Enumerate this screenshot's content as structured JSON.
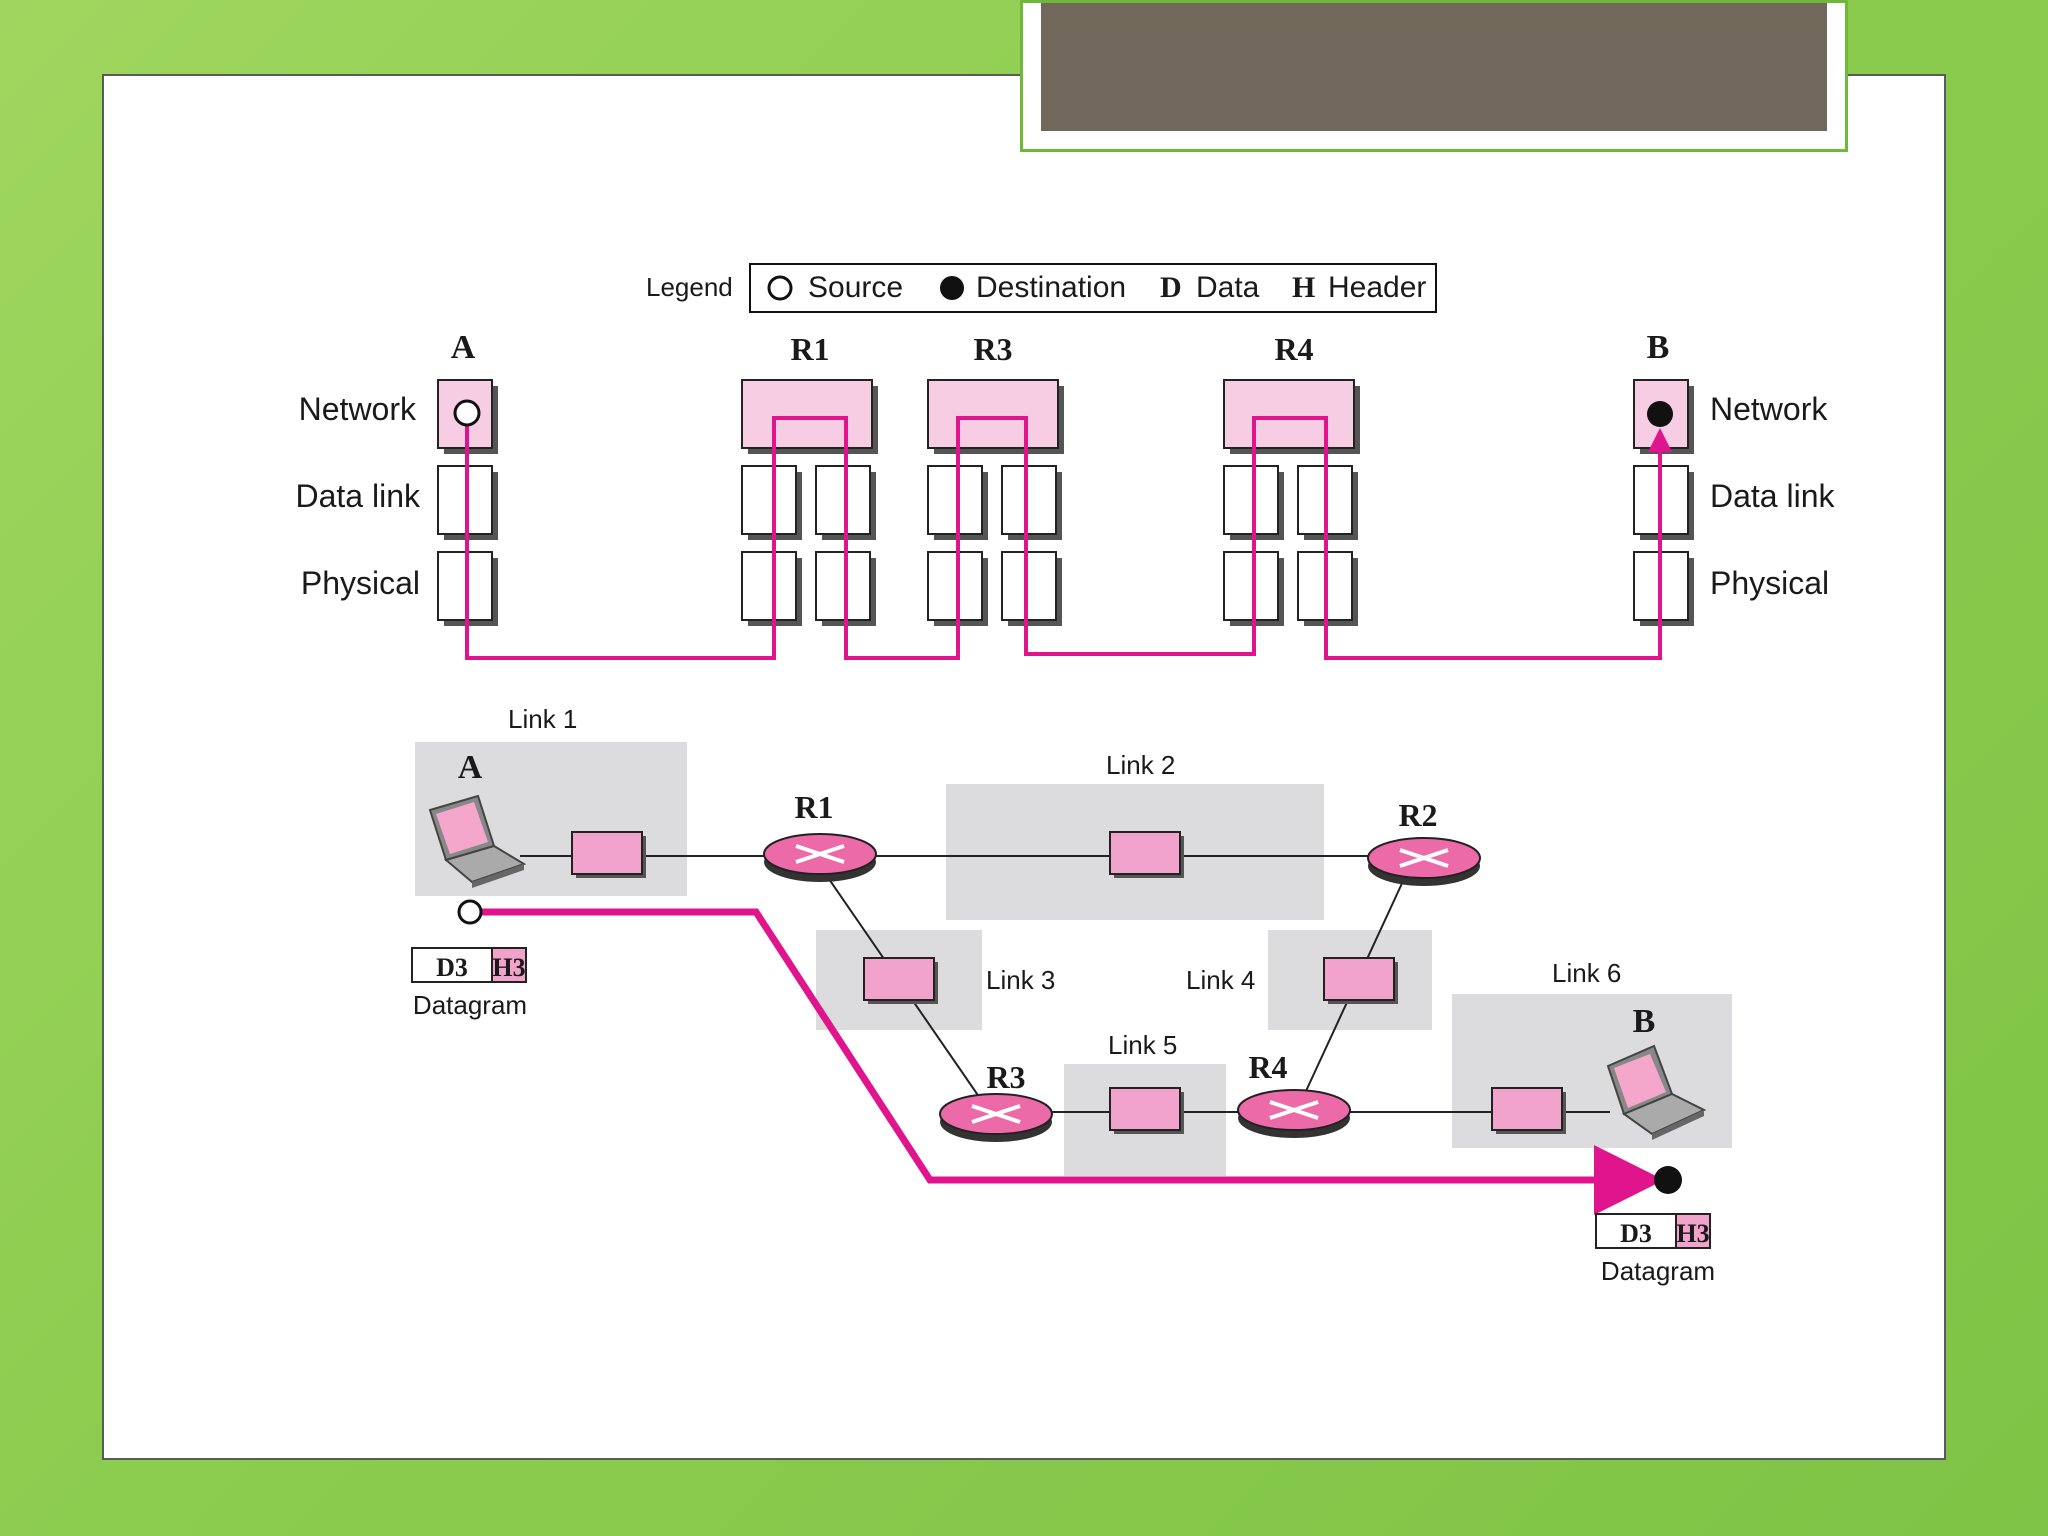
{
  "legend": {
    "title": "Legend",
    "source": "Source",
    "destination": "Destination",
    "data_key": "D",
    "data": "Data",
    "header_key": "H",
    "header": "Header"
  },
  "top_diagram": {
    "node_a": "A",
    "node_b": "B",
    "routers": [
      "R1",
      "R3",
      "R4"
    ],
    "layers": [
      "Network",
      "Data link",
      "Physical"
    ]
  },
  "bottom_diagram": {
    "node_a": "A",
    "node_b": "B",
    "routers": [
      "R1",
      "R2",
      "R3",
      "R4"
    ],
    "links": [
      "Link 1",
      "Link 2",
      "Link 3",
      "Link 4",
      "Link 5",
      "Link 6"
    ],
    "datagram_source": {
      "data": "D3",
      "header": "H3",
      "caption": "Datagram"
    },
    "datagram_dest": {
      "data": "D3",
      "header": "H3",
      "caption": "Datagram"
    }
  },
  "colors": {
    "path": "#e0148c",
    "layer_pink": "#f7cde3",
    "frame_pink": "#f2a3cb",
    "router_pink": "#ec6aa8",
    "shade": "#dcdcdf",
    "background_green": "#8ccc4f",
    "title_bar": "#71675a"
  }
}
